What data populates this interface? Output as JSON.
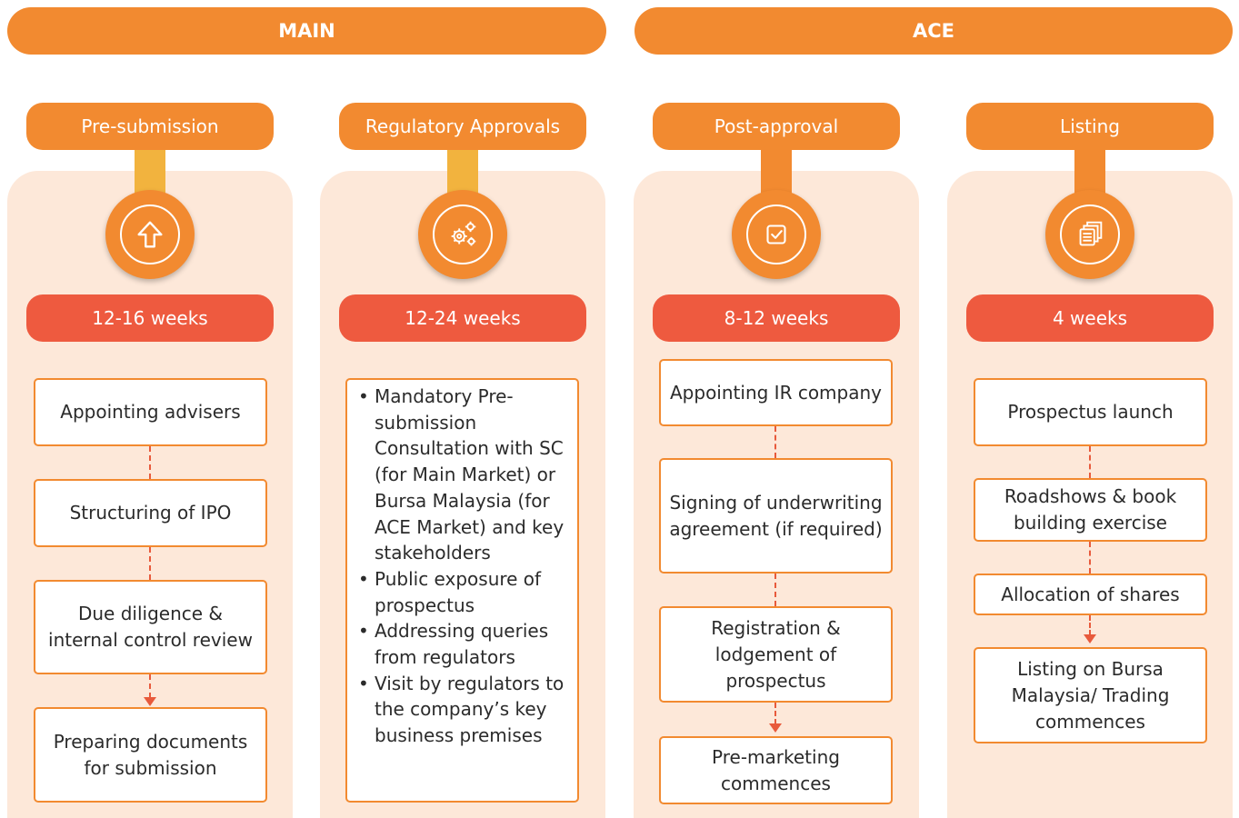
{
  "bands": {
    "main": "MAIN",
    "ace": "ACE"
  },
  "colors": {
    "orange": "#f28a30",
    "red": "#ee5a3f",
    "gold": "#f2b33e",
    "panel": "#fde8d9"
  },
  "columns": [
    {
      "stage": "Pre-submission",
      "icon": "upload-arrow-icon",
      "duration": "12-16 weeks",
      "steps": [
        "Appointing advisers",
        "Structuring of IPO",
        "Due diligence & internal control review",
        "Preparing documents for submission"
      ]
    },
    {
      "stage": "Regulatory Approvals",
      "icon": "gears-icon",
      "duration": "12-24 weeks",
      "bullets": [
        "Mandatory Pre-submission Consultation with SC (for Main Market) or Bursa Malaysia (for ACE Market) and key stakeholders",
        "Public exposure of prospectus",
        "Addressing queries from regulators",
        "Visit by regulators to the company’s key business premises"
      ]
    },
    {
      "stage": "Post-approval",
      "icon": "checkbox-icon",
      "duration": "8-12 weeks",
      "steps": [
        "Appointing IR company",
        "Signing of underwriting agreement (if required)",
        "Registration & lodgement of prospectus",
        "Pre-marketing commences"
      ]
    },
    {
      "stage": "Listing",
      "icon": "documents-icon",
      "duration": "4 weeks",
      "steps": [
        "Prospectus launch",
        "Roadshows & book building exercise",
        "Allocation of shares",
        "Listing on Bursa Malaysia/ Trading commences"
      ]
    }
  ]
}
